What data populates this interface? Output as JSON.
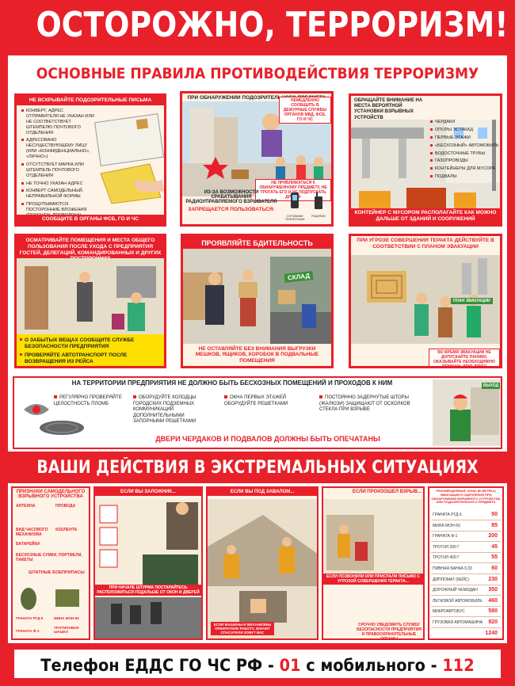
{
  "title": "ОСТОРОЖНО, ТЕРРОРИЗМ!",
  "subtitle": "ОСНОВНЫЕ ПРАВИЛА ПРОТИВОДЕЙСТВИЯ ТЕРРОРИЗМУ",
  "colors": {
    "accent": "#e8202a",
    "panel": "#ffffff",
    "card_bg": "#fdf3e6"
  },
  "cards_top": [
    {
      "head": "НЕ ВСКРЫВАЙТЕ ПОДОЗРИТЕЛЬНЫЕ ПИСЬМА",
      "bullets": [
        "КОНВЕРТ, АДРЕС ОТПРАВИТЕЛЯ НЕ УКАЗАН ИЛИ НЕ СООТВЕТСТВУЕТ ШТЕМПЕЛЮ ПОЧТОВОГО ОТДЕЛЕНИЯ",
        "АДРЕСОВАНО НЕСУЩЕСТВУЮЩЕМУ ЛИЦУ (ИЛИ «КОНФИДЕНЦИАЛЬНО», «ЛИЧНО»)",
        "ОТСУТСТВУЕТ МАРКА ИЛИ ШТЕМПЕЛЬ ПОЧТОВОГО ОТДЕЛЕНИЯ",
        "НЕ ТОЧНО УКАЗАН АДРЕС",
        "КОНВЕРТ САМОДЕЛЬНЫЙ, НЕПРАВИЛЬНОЙ ФОРМЫ",
        "ПРОЩУПЫВАЮТСЯ ПОСТОРОННИЕ ВЛОЖЕНИЯ (ПОРОШОК, ПРОВОЛОКА)"
      ],
      "foot": "СООБЩИТЕ В ОРГАНЫ ФСБ, ГО И ЧС"
    },
    {
      "head": "ПРИ ОБНАРУЖЕНИИ ПОДОЗРИТЕЛЬНОГО ПРЕДМЕТА",
      "callout1": "НЕМЕДЛЕННО СООБЩИТЬ В ДЕЖУРНЫЕ СЛУЖБЫ ОРГАНОВ МВД, ФСБ, ГО И ЧС",
      "callout2": "НЕ ПРИБЛИЖАТЬСЯ К ОБНАРУЖЕННОМУ ПРЕДМЕТУ, НЕ ТРОГАТЬ ЕГО И НЕ ПОДПУСКАТЬ ДРУГИХ",
      "note": "ИЗ-ЗА ВОЗМОЖНОСТИ СРАБАТЫВАНИЯ РАДИОУПРАВЛЯЕМОГО ВЗРЫВАТЕЛЯ",
      "foot": "ЗАПРЕЩАЕТСЯ ПОЛЬЗОВАТЬСЯ:",
      "icons": [
        "СОТОВЫМИ ТЕЛЕФОНАМИ",
        "РАЦИЯМИ"
      ]
    },
    {
      "head": "ОБРАЩАЙТЕ ВНИМАНИЕ НА МЕСТА ВЕРОЯТНОЙ УСТАНОВКИ ВЗРЫВНЫХ УСТРОЙСТВ",
      "bullets": [
        "ЧЕРДАКИ",
        "ОПОРЫ ЭСТАКАД",
        "ПЕРВЫЕ ЭТАЖИ",
        "«БЕСХОЗНЫЙ» АВТОМОБИЛЬ",
        "ВОДОСТОЧНЫЕ ТРУБЫ",
        "ГАЗОПРОВОДЫ",
        "КОНТЕЙНЕРЫ ДЛЯ МУСОРА",
        "ПОДВАЛЫ"
      ],
      "foot": "КОНТЕЙНЕР С МУСОРОМ РАСПОЛАГАЙТЕ КАК МОЖНО ДАЛЬШЕ ОТ ЗДАНИЙ И СООРУЖЕНИЙ"
    }
  ],
  "cards_mid": [
    {
      "head": "ОСМАТРИВАЙТЕ ПОМЕЩЕНИЯ И МЕСТА ОБЩЕГО ПОЛЬЗОВАНИЯ ПОСЛЕ УХОДА С ПРЕДПРИЯТИЯ ГОСТЕЙ, ДЕЛЕГАЦИЙ, КОМАНДИРОВАННЫХ И ДРУГИХ ПОСТОРОННИХ",
      "bullets": [
        "О ЗАБЫТЫХ ВЕЩАХ СООБЩИТЕ СЛУЖБЕ БЕЗОПАСНОСТИ ПРЕДПРИЯТИЯ",
        "ПРОВЕРЯЙТЕ АВТОТРАНСПОРТ ПОСЛЕ ВОЗВРАЩЕНИЯ ИЗ РЕЙСА"
      ]
    },
    {
      "head": "ПРОЯВЛЯЙТЕ БДИТЕЛЬНОСТЬ",
      "sign": "СКЛАД",
      "foot": "НЕ ОСТАВЛЯЙТЕ БЕЗ ВНИМАНИЯ ВЫГРУЗКИ МЕШКОВ, ЯЩИКОВ, КОРОБОК В ПОДВАЛЬНЫЕ ПОМЕЩЕНИЯ"
    },
    {
      "head": "ПРИ УГРОЗЕ СОВЕРШЕНИЯ ТЕРАКТА ДЕЙСТВУЙТЕ В СООТВЕТСТВИИ С ПЛАНОМ ЭВАКУАЦИИ",
      "sign": "ПЛАН ЭВАКУАЦИИ",
      "foot": "ВО ВРЕМЯ ЭВАКУАЦИИ НЕ ДОПУСКАЙТЕ ПАНИКИ, ОКАЗЫВАЙТЕ НЕОБХОДИМУЮ ПОМОЩЬ ДРУГ ДРУГУ"
    }
  ],
  "territory": {
    "head": "НА ТЕРРИТОРИИ ПРЕДПРИЯТИЯ НЕ ДОЛЖНО БЫТЬ БЕСХОЗНЫХ ПОМЕЩЕНИЙ И ПРОХОДОВ К НИМ",
    "items": [
      "РЕГУЛЯРНО ПРОВЕРЯЙТЕ ЦЕЛОСТНОСТЬ ПЛОМБ",
      "ОБОРУДУЙТЕ КОЛОДЦЫ ГОРОДСКИХ ПОДЗЕМНЫХ КОММУНИКАЦИЙ ДОПОЛНИТЕЛЬНЫМИ ЗАПОРНЫМИ РЕШЕТКАМИ",
      "ОКНА ПЕРВЫХ ЭТАЖЕЙ ОБОРУДУЙТЕ РЕШЕТКАМИ",
      "ПОСТОЯННО ЗАДЕРНУТЫЕ ШТОРЫ (ЖАЛЮЗИ) ЗАЩИЩАЮТ ОТ ОСКОЛКОВ СТЕКЛА ПРИ ВЗРЫВЕ"
    ],
    "foot": "ДВЕРИ ЧЕРДАКОВ И ПОДВАЛОВ ДОЛЖНЫ БЫТЬ ОПЕЧАТАНЫ",
    "sign": "ВЫХОД"
  },
  "actions_title": "ВАШИ ДЕЙСТВИЯ В ЭКСТРЕМАЛЬНЫХ СИТУАЦИЯХ",
  "low_cards": [
    {
      "head": "ПРИЗНАКИ САМОДЕЛЬНОГО ВЗРЫВНОГО УСТРОЙСТВА",
      "labels": [
        "АНТЕННА",
        "ПРОВОДА",
        "ВИД ЧАСОВОГО МЕХАНИЗМА",
        "ИЗОЛЕНТА",
        "БАТАРЕЙКИ",
        "БЕСХОЗНЫЕ СУМКИ, ПОРТФЕЛИ, ПАКЕТЫ",
        "ШТАТНЫЕ БОЕПРИПАСЫ",
        "ГРАНАТА РГД-5",
        "МИНА МОН-50",
        "ГРАНАТА Ф-1",
        "ТРОТИЛОВАЯ ШАШКА"
      ]
    },
    {
      "head": "ЕСЛИ ВЫ ЗАЛОЖНИК...",
      "foot": "ПРИ НАЧАЛЕ ШТУРМА ПОСТАРАЙТЕСЬ РАСПОЛОЖИТЬСЯ ПОДАЛЬШЕ ОТ ОКОН И ДВЕРЕЙ"
    },
    {
      "head": "ЕСЛИ ВЫ ПОД ЗАВАЛОМ...",
      "foot": "ЕСЛИ МАШИНЫ И МЕХАНИЗМЫ ПРЕКРАТИЛИ РАБОТУ, ЗНАЧИТ СПАСАТЕЛИ ЗОВУТ ВАС"
    },
    {
      "head": "ЕСЛИ ПРОИЗОШЕЛ ВЗРЫВ...",
      "foot": "ЕСЛИ ПОЗВОНИЛИ ИЛИ ПРИСЛАЛИ ПИСЬМО С УГРОЗОЙ СОВЕРШЕНИЯ ТЕРАКТА...",
      "note": "СРОЧНО УВЕДОМИТЬ СЛУЖБУ БЕЗОПАСНОСТИ ПРЕДПРИЯТИЯ И ПРАВООХРАНИТЕЛЬНЫЕ ОРГАНЫ"
    },
    {
      "head": "РЕКОМЕНДУЕМЫЕ ЗОНЫ (В МЕТРАХ) ЭВАКУАЦИИ И ОЦЕПЛЕНИЯ ПРИ ОБНАРУЖЕНИИ ВЗРЫВНОГО УСТРОЙСТВА ИЛИ ПОДОЗРИТЕЛЬНОГО ПРЕДМЕТА",
      "rows": [
        {
          "l": "ГРАНАТА РГД-5",
          "n": "50"
        },
        {
          "l": "МИНА МОН-50",
          "n": "85"
        },
        {
          "l": "ГРАНАТА Ф-1",
          "n": "200"
        },
        {
          "l": "ТРОТИЛ 200 Г",
          "n": "45"
        },
        {
          "l": "ТРОТИЛ 400 Г",
          "n": "55"
        },
        {
          "l": "ПИВНАЯ БАНКА 0,33",
          "n": "60"
        },
        {
          "l": "ДИПЛОМАТ (КЕЙС)",
          "n": "230"
        },
        {
          "l": "ДОРОЖНЫЙ ЧЕМОДАН",
          "n": "350"
        },
        {
          "l": "ЛЕГКОВОЙ АВТОМОБИЛЬ",
          "n": "460"
        },
        {
          "l": "МИКРОАВТОБУС",
          "n": "580"
        },
        {
          "l": "ГРУЗОВАЯ АВТОМАШИНА",
          "n": "920"
        },
        {
          "l": "",
          "n": "1240"
        }
      ]
    }
  ],
  "phone": {
    "text": "Телефон ЕДДС ГО ЧС РФ - ",
    "number1": "01",
    "mid": "   с мобильного - ",
    "number2": "112"
  }
}
